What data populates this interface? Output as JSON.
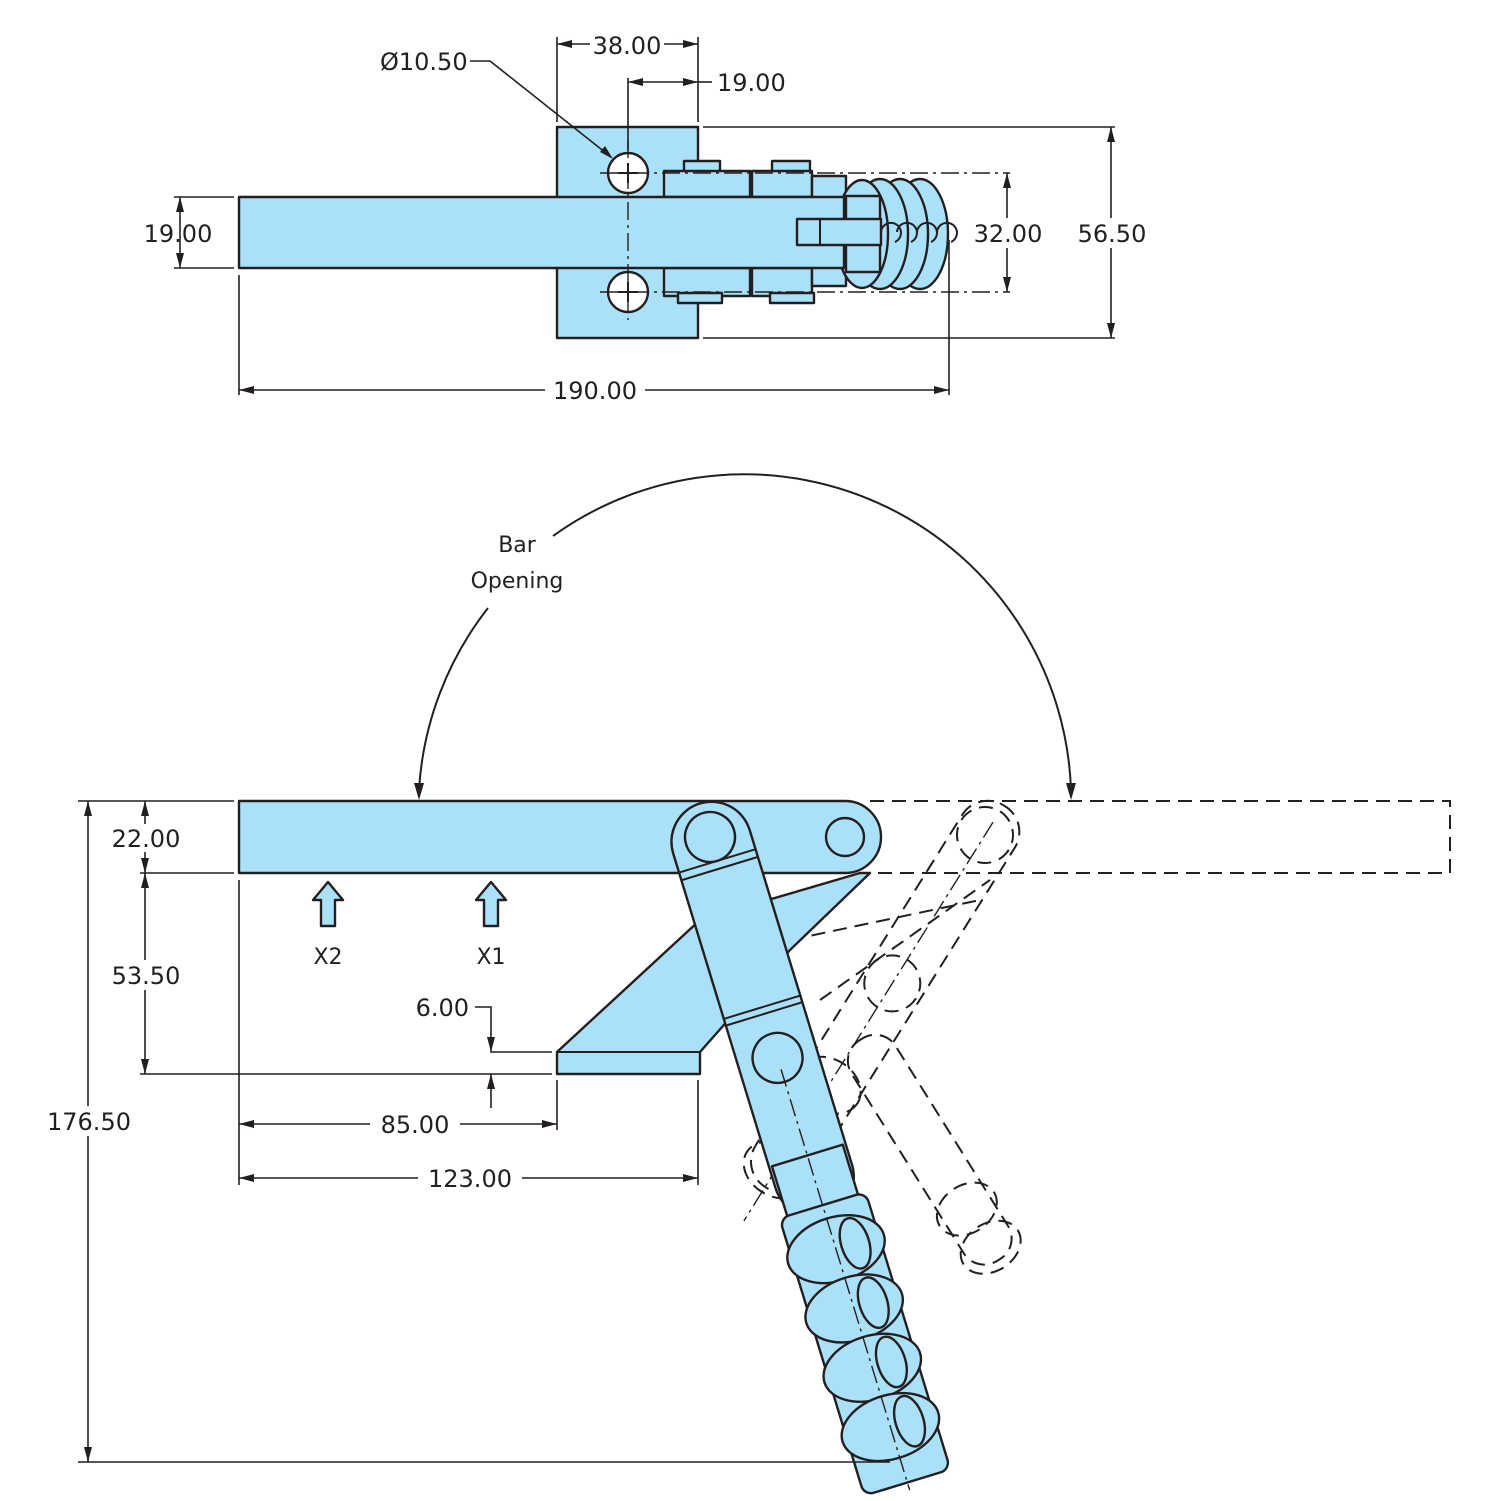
{
  "colors": {
    "part_fill": "#abe1f8",
    "line": "#231f20",
    "background": "#ffffff"
  },
  "top_view": {
    "hole_dia": "Ø10.50",
    "width_38": "38.00",
    "offset_19": "19.00",
    "bar_width": "19.00",
    "hole_spacing": "32.00",
    "base_depth": "56.50",
    "overall_length": "190.00"
  },
  "side_view": {
    "arc_label_line1": "Bar",
    "arc_label_line2": "Opening",
    "bar_height": "22.00",
    "bar_to_base": "53.50",
    "overall_height": "176.50",
    "base_thickness": "6.00",
    "base_offset": "85.00",
    "base_end": "123.00",
    "force_x2": "X2",
    "force_x1": "X1"
  }
}
